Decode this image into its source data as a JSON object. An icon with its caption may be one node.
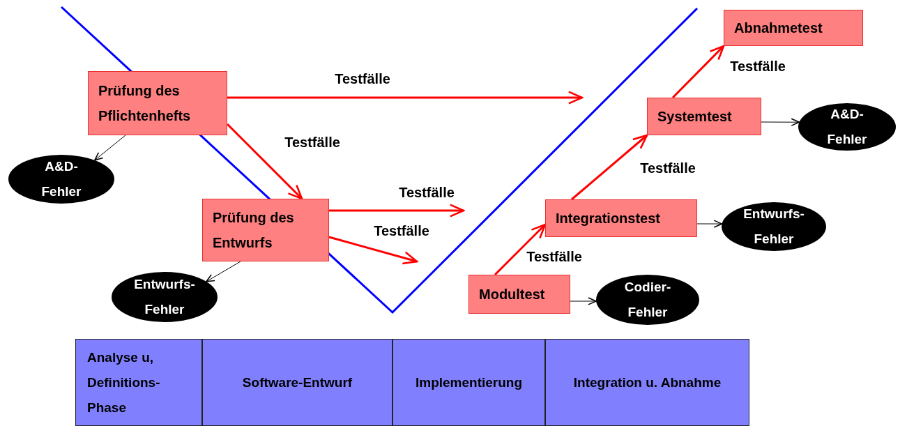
{
  "diagram": {
    "nodes": [
      {
        "text": [
          "Prüfung des Pflichtenhefts"
        ]
      },
      {
        "text": [
          "A&D-Fehler"
        ]
      },
      {
        "text": [
          "Prüfung des Entwurfs"
        ]
      },
      {
        "text": [
          "Entwurfs-Fehler"
        ]
      },
      {
        "text": [
          "Abnahmetest"
        ]
      },
      {
        "text": [
          "Systemtest"
        ]
      },
      {
        "text": [
          "A&D-Fehler"
        ]
      },
      {
        "text": [
          "Integrationstest"
        ]
      },
      {
        "text": [
          "Entwurfs-Fehler"
        ]
      },
      {
        "text": [
          "Modultest"
        ]
      },
      {
        "text": [
          "Codier-Fehler"
        ]
      },
      {
        "text": [
          "Analyse u, Definitions-Phase"
        ]
      },
      {
        "text": [
          "Software-Entwurf"
        ]
      },
      {
        "text": [
          "Implementierung"
        ]
      },
      {
        "text": [
          "Integration u. Abnahme"
        ]
      }
    ],
    "edges": [
      {
        "from": 0,
        "to": null,
        "arrow": "to",
        "label": "Testfälle"
      },
      {
        "from": 0,
        "to": 2,
        "arrow": "to",
        "label": "Testfälle"
      },
      {
        "from": 2,
        "to": null,
        "arrow": "to",
        "label": "Testfälle"
      },
      {
        "from": 2,
        "to": null,
        "arrow": "to",
        "label": "Testfälle"
      },
      {
        "from": 0,
        "to": 1,
        "arrow": "to",
        "color": "#000000"
      },
      {
        "from": 2,
        "to": 3,
        "arrow": "to",
        "color": "#000000"
      },
      {
        "from": 9,
        "to": 7,
        "arrow": "to",
        "label": "Testfälle"
      },
      {
        "from": 7,
        "to": 5,
        "arrow": "to",
        "label": "Testfälle"
      },
      {
        "from": 5,
        "to": 4,
        "arrow": "to",
        "label": "Testfälle"
      },
      {
        "from": 5,
        "to": 6,
        "arrow": "to",
        "color": "#000000"
      },
      {
        "from": 7,
        "to": 8,
        "arrow": "to",
        "color": "#000000"
      },
      {
        "from": 9,
        "to": 10,
        "arrow": "to",
        "color": "#000000"
      }
    ]
  }
}
